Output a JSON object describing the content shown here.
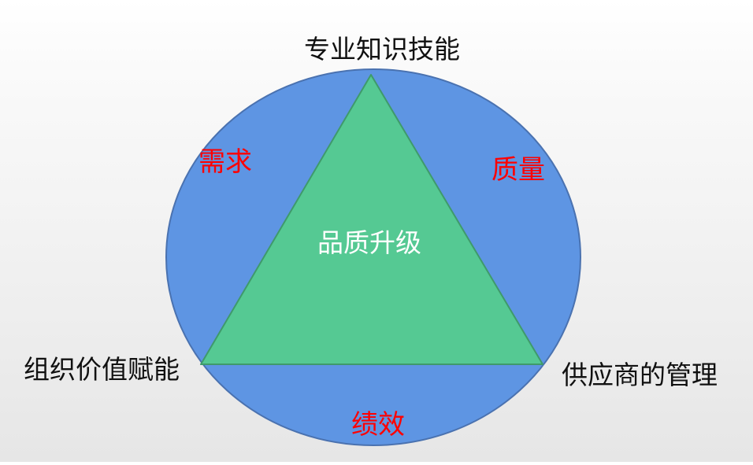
{
  "diagram": {
    "type": "ellipse-with-inscribed-triangle",
    "colors": {
      "ellipse_fill": "#5e95e3",
      "ellipse_stroke": "#4a72b0",
      "triangle_fill": "#55c993",
      "triangle_stroke": "#3f9a6b",
      "vertex_label_color": "#111111",
      "edge_label_color": "#ff0000",
      "center_label_color": "#ffffff"
    },
    "center_label": "品质升级",
    "vertex_labels": {
      "top": "专业知识技能",
      "bottom_left": "组织价值赋能",
      "bottom_right": "供应商的管理"
    },
    "edge_labels": {
      "left": "需求",
      "right": "质量",
      "bottom": "绩效"
    }
  }
}
